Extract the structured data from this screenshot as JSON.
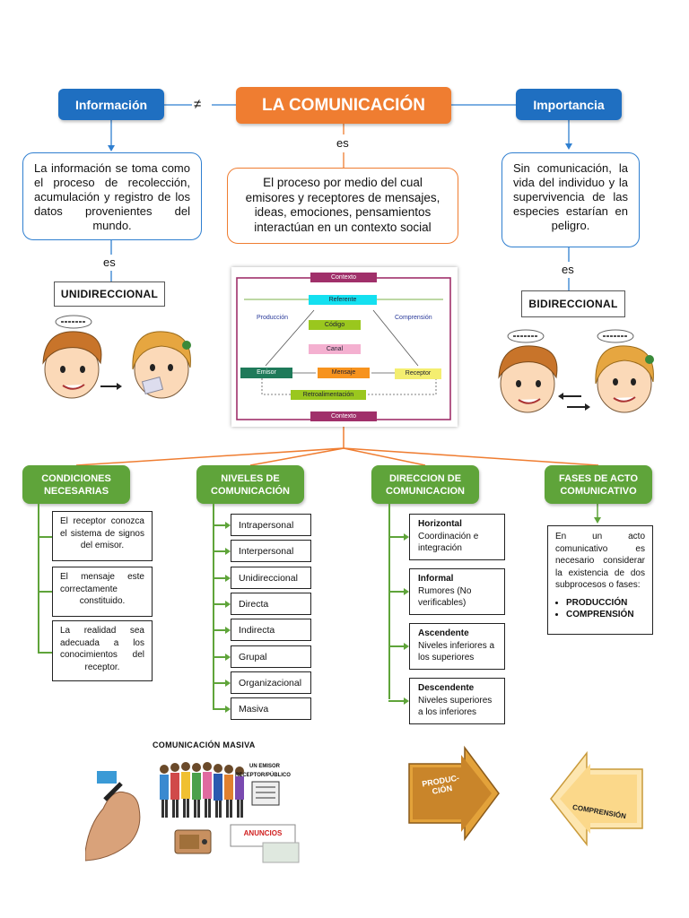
{
  "title": "LA COMUNICACIÓN",
  "left_header": "Información",
  "right_header": "Importancia",
  "neq_symbol": "≠",
  "es_label": "es",
  "left_definition": "La información se toma como el proceso de recolección, acumulación y registro de los datos provenientes del mundo.",
  "center_definition": "El proceso por medio del cual emisores y receptores de mensajes, ideas, emociones, pensamientos interactúan en un contexto social",
  "right_definition": "Sin comunicación, la vida del individuo y la supervivencia de las especies estarían en peligro.",
  "left_type": "UNIDIRECCIONAL",
  "right_type": "BIDIRECCIONAL",
  "model": {
    "contexto_top": "Contexto",
    "referente": "Referente",
    "codigo": "Código",
    "canal": "Canal",
    "emisor": "Emisor",
    "mensaje": "Mensaje",
    "receptor": "Receptor",
    "retroalimentacion": "Retroalimentación",
    "contexto_bottom": "Contexto",
    "produccion": "Producción",
    "comprension": "Comprensión"
  },
  "branches": {
    "condiciones": {
      "title": "CONDICIONES NECESARIAS",
      "items": [
        "El receptor conozca el sistema de signos del emisor.",
        "El mensaje este correctamente constituido.",
        "La realidad sea adecuada a los conocimientos del receptor."
      ]
    },
    "niveles": {
      "title": "NIVELES DE COMUNICACIÓN",
      "items": [
        "Intrapersonal",
        "Interpersonal",
        "Unidireccional",
        "Directa",
        "Indirecta",
        "Grupal",
        "Organizacional",
        "Masiva"
      ]
    },
    "direccion": {
      "title": "DIRECCION DE COMUNICACION",
      "items": [
        {
          "head": "Horizontal",
          "body": "Coordinación e integración"
        },
        {
          "head": "Informal",
          "body": "Rumores (No verificables)"
        },
        {
          "head": "Ascendente",
          "body": "Niveles inferiores a los superiores"
        },
        {
          "head": "Descendente",
          "body": "Niveles superiores a los inferiores"
        }
      ]
    },
    "fases": {
      "title": "FASES DE ACTO COMUNICATIVO",
      "text": "En un acto comunicativo es necesario considerar la existencia de dos subprocesos o fases:",
      "bullets": [
        "PRODUCCIÓN",
        "COMPRENSIÓN"
      ]
    }
  },
  "bottom": {
    "masiva_title": "COMUNICACIÓN MASIVA",
    "emisor_label": "UN EMISOR",
    "receptor_label": "RECEPTOR/PÚBLICO",
    "anuncios": "ANUNCIOS",
    "produccion_arrow": "PRODUC-\nCIÓN",
    "comprension_arrow": "COMPRENSIÓN"
  },
  "colors": {
    "blue": "#1f6fc1",
    "orange": "#ef7d31",
    "green": "#5fa43a"
  }
}
